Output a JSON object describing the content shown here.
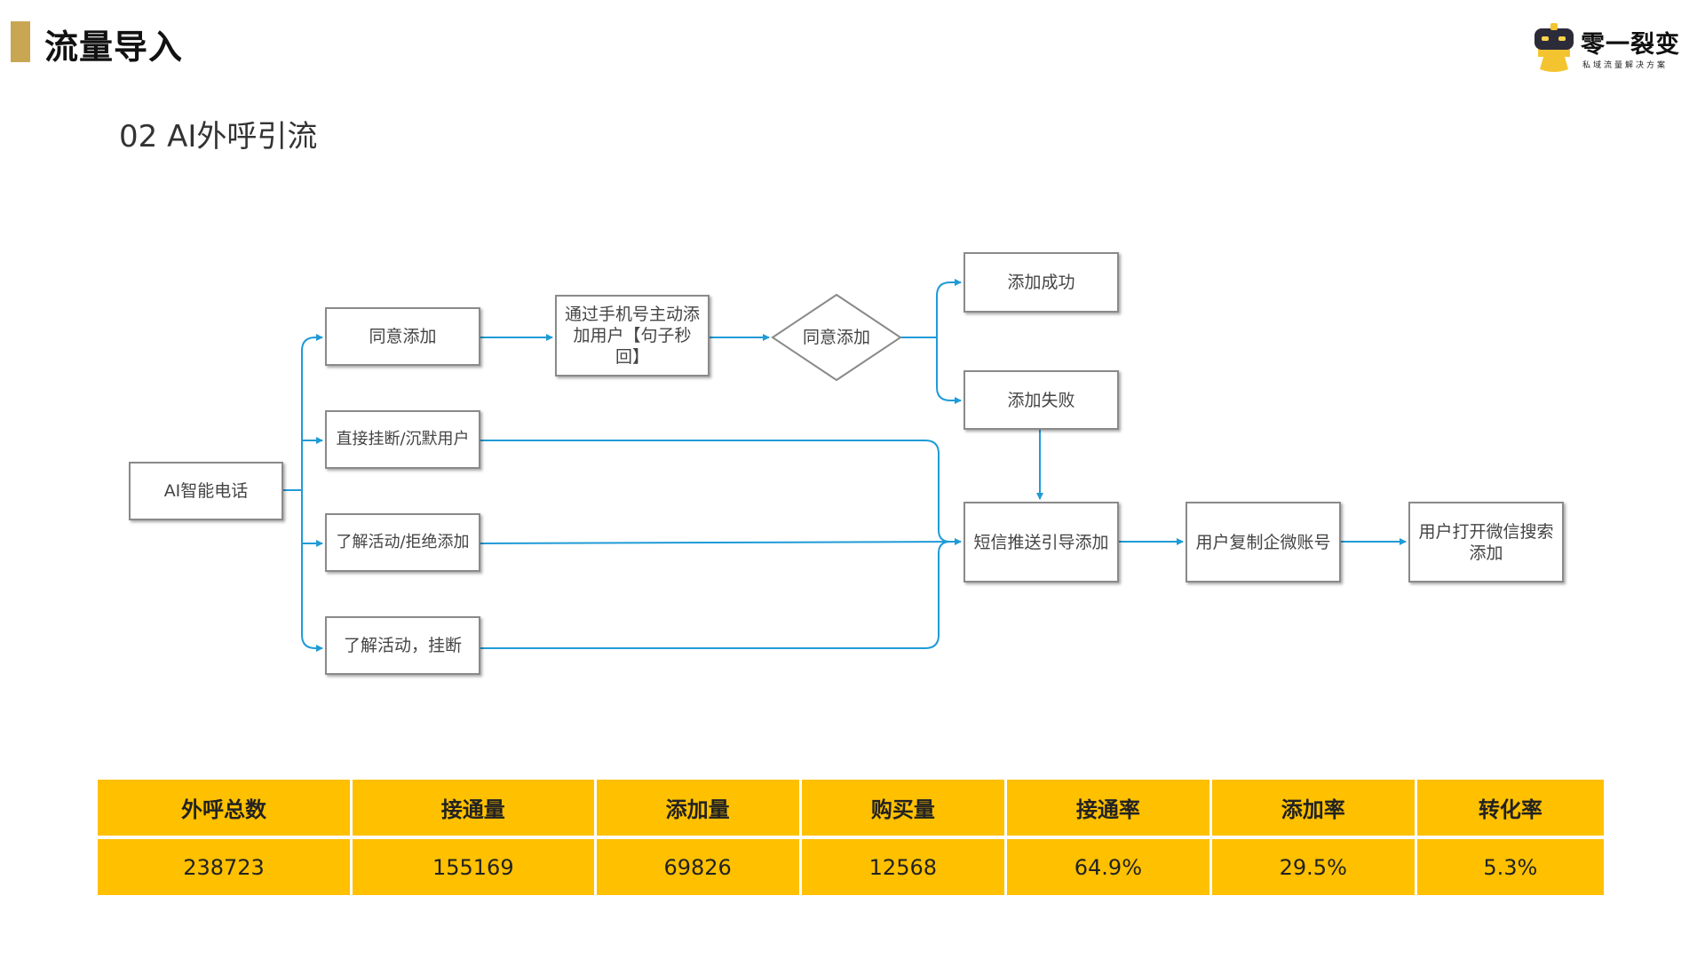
{
  "header": {
    "title": "流量导入",
    "subtitle": "02  AI外呼引流",
    "accent_color": "#c9a652"
  },
  "logo": {
    "name": "零一裂变",
    "tagline": "私域流量解决方案",
    "icon": "robot-mascot-icon"
  },
  "flowchart": {
    "line_color": "#1f9bd7",
    "nodes": {
      "ai_call": "AI智能电话",
      "agree_add": "同意添加",
      "hangup_silent": "直接挂断/沉默用户",
      "learn_reject": "了解活动/拒绝添加",
      "learn_hangup": "了解活动，挂断",
      "phone_add": "通过手机号主动添加用户【句子秒回】",
      "decision_agree": "同意添加",
      "add_success": "添加成功",
      "add_fail": "添加失败",
      "sms_guide": "短信推送引导添加",
      "copy_account": "用户复制企微账号",
      "wechat_search": "用户打开微信搜索添加"
    }
  },
  "stats_table": {
    "header_color": "#ffc000",
    "headers": [
      "外呼总数",
      "接通量",
      "添加量",
      "购买量",
      "接通率",
      "添加率",
      "转化率"
    ],
    "values": [
      "238723",
      "155169",
      "69826",
      "12568",
      "64.9%",
      "29.5%",
      "5.3%"
    ]
  }
}
